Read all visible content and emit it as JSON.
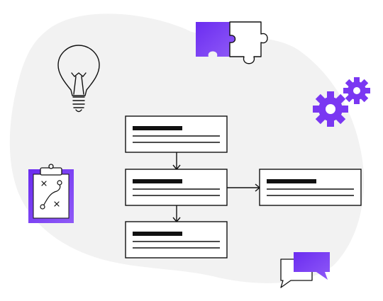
{
  "colors": {
    "background_blob": "#f2f2f2",
    "accent": "#6b2cf0",
    "accent_light": "#8a4cf5",
    "stroke": "#111111",
    "card_fill": "#ffffff"
  },
  "icons": [
    "lightbulb-icon",
    "puzzle-icon",
    "gears-icon",
    "clipboard-strategy-icon",
    "chat-bubbles-icon"
  ],
  "flowchart": {
    "nodes": [
      "node-1",
      "node-2",
      "node-3",
      "node-4"
    ],
    "edges": [
      {
        "from": "node-1",
        "to": "node-2"
      },
      {
        "from": "node-2",
        "to": "node-3"
      },
      {
        "from": "node-2",
        "to": "node-4"
      }
    ]
  }
}
